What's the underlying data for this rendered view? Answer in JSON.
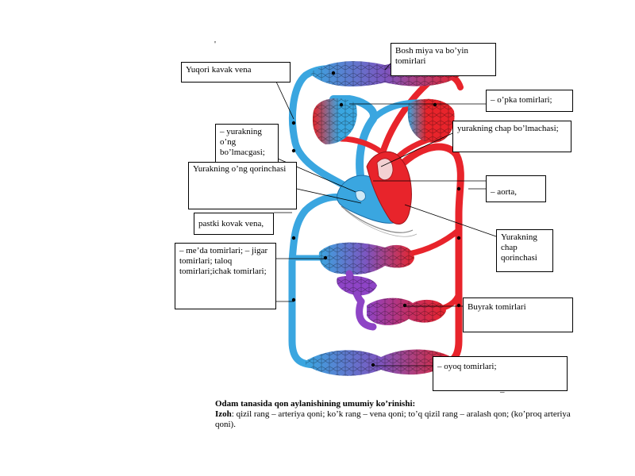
{
  "labels": {
    "superior_vena_cava": "Yuqori kavak vena",
    "brain_neck_vessels": "Bosh miya va bo’yin tomirlari",
    "lung_vessels": "– o’pka tomirlari;",
    "right_atrium": "– yurakning o’ng bo’lmacgasi;",
    "left_atrium": "yurakning chap bo’lmachasi;",
    "right_ventricle": "Yurakning o’ng qorinchasi",
    "aorta": "– aorta,",
    "inferior_vena_cava": "pastki kovak vena,",
    "left_ventricle": "Yurakning chap qorinchasi",
    "digestive_vessels": "– me’da tomirlari; – jigar tomirlari; taloq tomirlari;ichak tomirlari;",
    "kidney_vessels": "Buyrak tomirlari",
    "leg_vessels": "– oyoq tomirlari;"
  },
  "caption": {
    "title": "Odam tanasida qon aylanishining umumiy ko’rinishi:",
    "note_key": "Izoh",
    "note_text": ": qizil rang – arteriya qoni; ko’k rang – vena qoni; to’q qizil rang – aralash qon; (ko’proq arteriya qoni)."
  },
  "marks": {
    "top_tick": "'",
    "bottom_dash": "–"
  },
  "colors": {
    "artery": "#e8242b",
    "vein": "#3aa6e0",
    "mixed": "#8e44c6",
    "capillary_red": "#d01c28",
    "capillary_blue": "#1f6fb8",
    "leader": "#000000"
  }
}
